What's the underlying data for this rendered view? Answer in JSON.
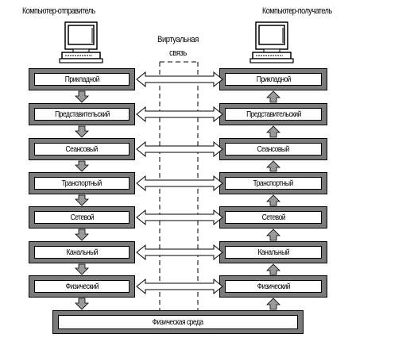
{
  "sender": {
    "title": "Компьютер-отправитель"
  },
  "receiver": {
    "title": "Компьютер-получатель"
  },
  "virtual_link": {
    "line1": "Виртуальная",
    "line2": "связь"
  },
  "layers": [
    {
      "id": "application",
      "label": "Прикладной"
    },
    {
      "id": "presentation",
      "label": "Представительский"
    },
    {
      "id": "session",
      "label": "Сеансовый"
    },
    {
      "id": "transport",
      "label": "Транспортный"
    },
    {
      "id": "network",
      "label": "Сетевой"
    },
    {
      "id": "datalink",
      "label": "Канальный"
    },
    {
      "id": "physical",
      "label": "Физический"
    }
  ],
  "medium": {
    "label": "Физическая среда"
  }
}
